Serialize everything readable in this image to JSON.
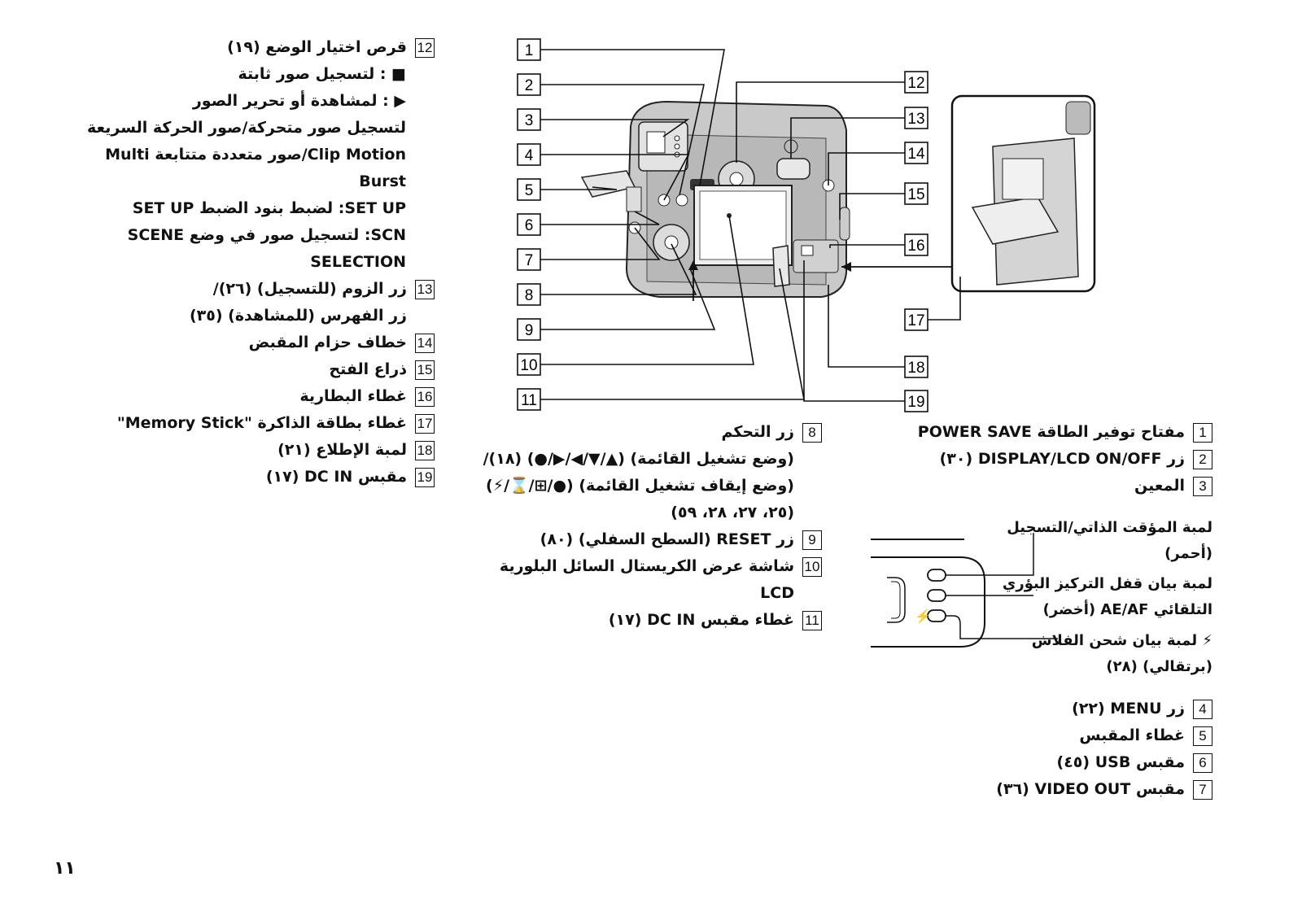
{
  "page_number": "١١",
  "left_items": [
    {
      "num": "12",
      "lines": [
        "قرص اختيار الوضع (١٩)"
      ]
    },
    {
      "num": "",
      "lines": [
        "■ : لتسجيل صور ثابتة"
      ],
      "icon": "camera-icon"
    },
    {
      "num": "",
      "lines": [
        "▶ : لمشاهدة أو تحرير الصور"
      ],
      "icon": "play-icon"
    },
    {
      "num": "",
      "lines": [
        "لتسجيل صور متحركة/صور الحركة السريعة Clip Motion/صور متعددة متتابعة Multi Burst"
      ],
      "icon": "film-icon"
    },
    {
      "num": "",
      "lines": [
        "SET UP: لضبط بنود الضبط SET UP"
      ]
    },
    {
      "num": "",
      "lines": [
        "SCN: لتسجيل صور في وضع SCENE SELECTION"
      ]
    },
    {
      "num": "13",
      "lines": [
        "زر الزوم (للتسجيل) (٢٦)/",
        "زر الفهرس (للمشاهدة) (٣٥)"
      ]
    },
    {
      "num": "14",
      "lines": [
        "خطاف حزام المقبض"
      ]
    },
    {
      "num": "15",
      "lines": [
        "ذراع الفتح"
      ]
    },
    {
      "num": "16",
      "lines": [
        "غطاء البطارية"
      ]
    },
    {
      "num": "17",
      "lines": [
        "غطاء بطاقة الذاكرة \"Memory Stick\""
      ]
    },
    {
      "num": "18",
      "lines": [
        "لمبة الإطلاع (٢١)"
      ]
    },
    {
      "num": "19",
      "lines": [
        "مقبس DC IN (١٧)"
      ]
    }
  ],
  "middle_items": [
    {
      "num": "8",
      "lines": [
        "زر التحكم",
        "(وضع تشغيل القائمة) (▲/▼/◀/▶/●) (١٨)/",
        "(وضع إيقاف تشغيل القائمة) (●/⊞/⌛/⚡)",
        "(٢٥، ٢٧، ٢٨، ٥٩)"
      ]
    },
    {
      "num": "9",
      "lines": [
        "زر RESET (السطح السفلي) (٨٠)"
      ]
    },
    {
      "num": "10",
      "lines": [
        "شاشة عرض الكريستال السائل البلورية LCD"
      ]
    },
    {
      "num": "11",
      "lines": [
        "غطاء مقبس DC IN (١٧)"
      ]
    }
  ],
  "right_items_top": [
    {
      "num": "1",
      "lines": [
        "مفتاح توفير الطاقة POWER SAVE"
      ]
    },
    {
      "num": "2",
      "lines": [
        "زر DISPLAY/LCD ON/OFF (٣٠)"
      ]
    },
    {
      "num": "3",
      "lines": [
        "المعين"
      ]
    }
  ],
  "lamp_labels": [
    {
      "lines": [
        "لمبة المؤقت الذاتي/التسجيل",
        "(أحمر)"
      ]
    },
    {
      "lines": [
        "لمبة بيان قفل التركيز البؤري",
        "التلقائي AE/AF (أخضر)"
      ]
    },
    {
      "lines": [
        "⚡ لمبة بيان شحن الفلاش",
        "(برتقالي) (٢٨)"
      ]
    }
  ],
  "right_items_bottom": [
    {
      "num": "4",
      "lines": [
        "زر MENU (٢٢)"
      ]
    },
    {
      "num": "5",
      "lines": [
        "غطاء المقبس"
      ]
    },
    {
      "num": "6",
      "lines": [
        "مقبس USB (٤٥)"
      ]
    },
    {
      "num": "7",
      "lines": [
        "مقبس VIDEO OUT (٣٦)"
      ]
    }
  ],
  "callouts_left": [
    "1",
    "2",
    "3",
    "4",
    "5",
    "6",
    "7",
    "8",
    "9",
    "10",
    "11"
  ],
  "callouts_right": [
    "12",
    "13",
    "14",
    "15",
    "16",
    "17",
    "18",
    "19"
  ]
}
